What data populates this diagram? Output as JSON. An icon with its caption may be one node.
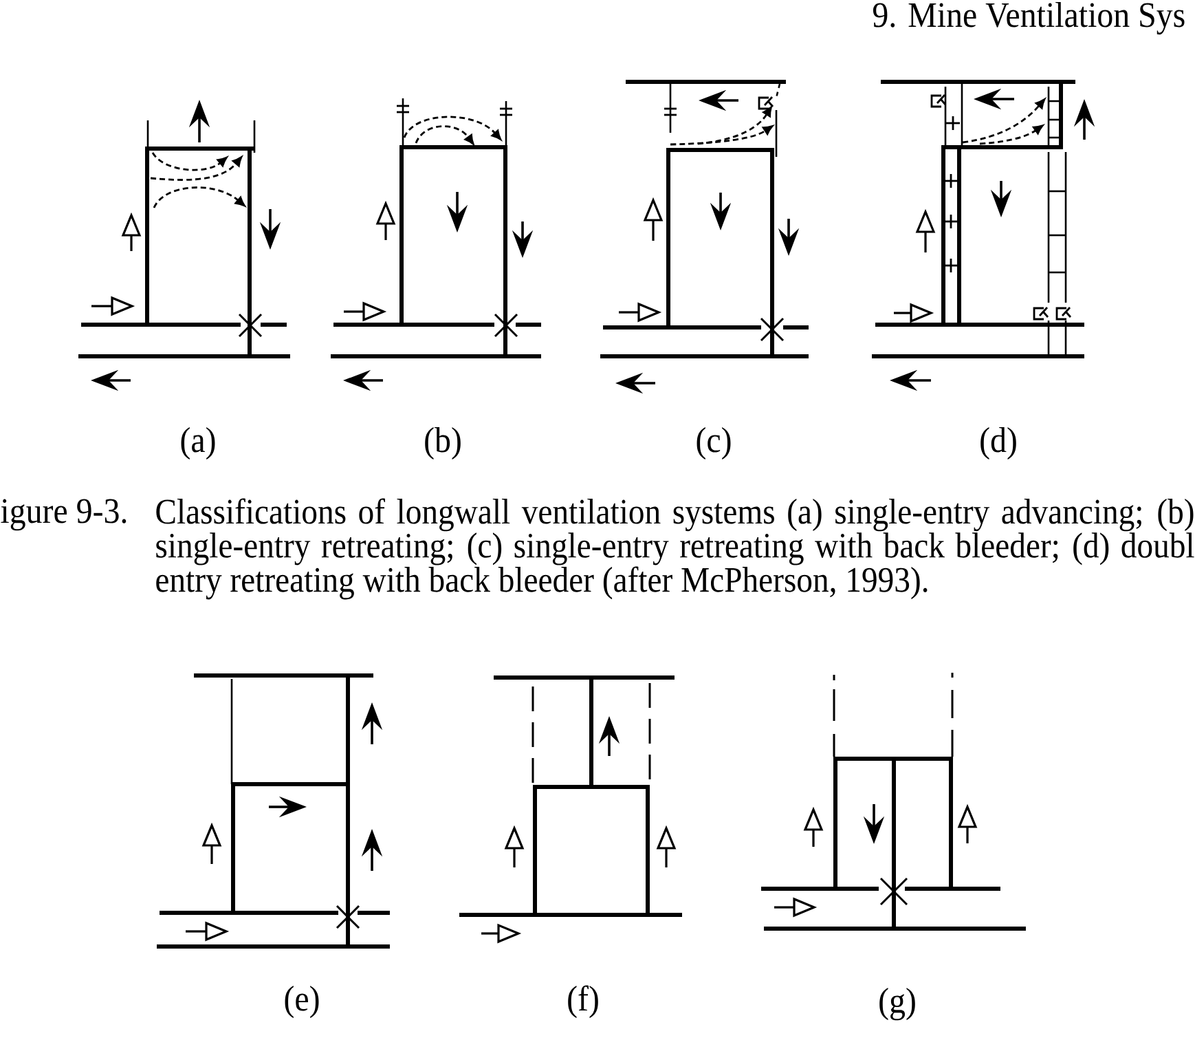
{
  "diagram": {
    "caption": "Classifications of longwall ventilation systems (a) single-entry advancing; (b) single-entry retreating; (c) single-entry retreating with back bleeder; (d) doubl entry retreating with back bleeder (after McPherson, 1993).",
    "labels": [
      "9. Mine Ventilation Sys",
      "(a)",
      "(b)",
      "(c)",
      "(d)",
      "igure 9-3.",
      "(e)",
      "(f)",
      "(g)"
    ]
  }
}
